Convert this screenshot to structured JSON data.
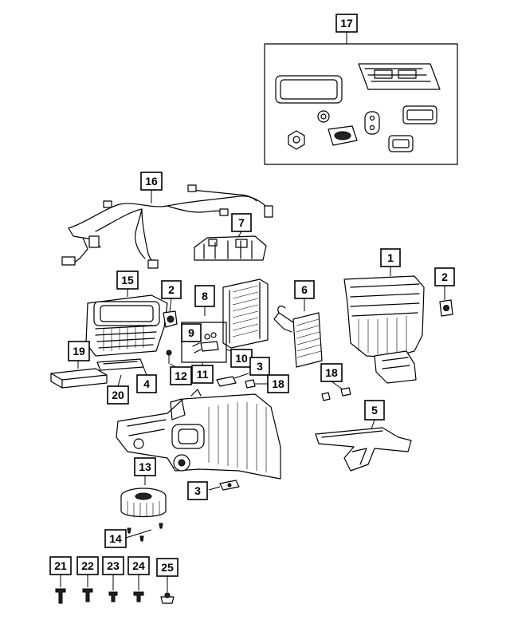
{
  "callouts": {
    "c1": "1",
    "c2a": "2",
    "c2b": "2",
    "c3a": "3",
    "c3b": "3",
    "c4": "4",
    "c5": "5",
    "c6": "6",
    "c7": "7",
    "c8": "8",
    "c9": "9",
    "c10": "10",
    "c11": "11",
    "c12": "12",
    "c13": "13",
    "c14": "14",
    "c15": "15",
    "c16": "16",
    "c17": "17",
    "c18a": "18",
    "c18b": "18",
    "c19": "19",
    "c20": "20",
    "c21": "21",
    "c22": "22",
    "c23": "23",
    "c24": "24",
    "c25": "25"
  }
}
